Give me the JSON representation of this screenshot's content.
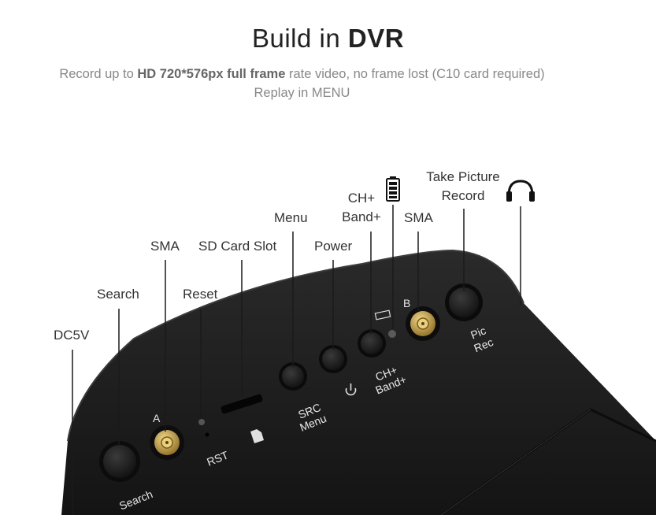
{
  "heading": {
    "light": "Build in ",
    "bold": "DVR"
  },
  "subtitle": {
    "prefix": "Record up to ",
    "bold": "HD 720*576px full frame",
    "suffix": " rate video, no frame lost (C10 card required)",
    "line2": "Replay in MENU"
  },
  "callouts": {
    "dc5v": "DC5V",
    "search": "Search",
    "sma_a": "SMA",
    "reset": "Reset",
    "sdcard": "SD Card Slot",
    "menu": "Menu",
    "power": "Power",
    "ch_line1": "CH+",
    "ch_line2": "Band+",
    "sma_b": "SMA",
    "take_line1": "Take Picture",
    "take_line2": "Record",
    "battery": "battery-icon",
    "headphones": "headphones-icon"
  },
  "engraved": {
    "search": "Search",
    "a": "A",
    "rst": "RST",
    "src": "SRC",
    "menu": "Menu",
    "ch": "CH+",
    "band": "Band+",
    "b": "B",
    "pic": "Pic",
    "rec": "Rec"
  },
  "colors": {
    "device": "#1c1c1c",
    "text": "#333333",
    "subtitle": "#888888",
    "antenna": "#c9a64a"
  }
}
